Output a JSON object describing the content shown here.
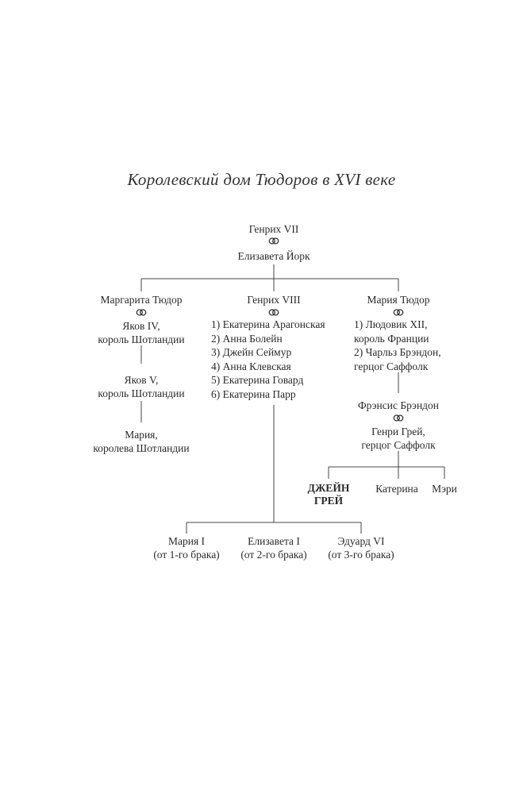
{
  "title": "Королевский дом Тюдоров в XVI веке",
  "root": {
    "name": "Генрих VII",
    "spouse": "Елизавета Йорк"
  },
  "branch_margaret": {
    "name": "Маргарита Тюдор",
    "spouse_line1": "Яков IV,",
    "spouse_line2": "король Шотландии",
    "child_line1": "Яков V,",
    "child_line2": "король Шотландии",
    "grandchild_line1": "Мария,",
    "grandchild_line2": "королева Шотландии"
  },
  "branch_henry": {
    "name": "Генрих VIII",
    "wives": [
      "1)  Екатерина Арагонская",
      "2)  Анна Болейн",
      "3)  Джейн Сеймур",
      "4)  Анна Клевская",
      "5)  Екатерина Говард",
      "6)  Екатерина Парр"
    ],
    "children": [
      {
        "line1": "Мария I",
        "line2": "(от 1-го брака)"
      },
      {
        "line1": "Елизавета I",
        "line2": "(от 2-го брака)"
      },
      {
        "line1": "Эдуард VI",
        "line2": "(от 3-го брака)"
      }
    ]
  },
  "branch_mary": {
    "name": "Мария Тюдор",
    "spouses": [
      "1) Людовик XII,",
      "король Франции",
      "2) Чарльз Брэндон,",
      "герцог Саффолк"
    ],
    "child": "Фрэнсис Брэндон",
    "child_spouse_line1": "Генри Грей,",
    "child_spouse_line2": "герцог Саффолк",
    "grandchildren": {
      "jane_line1": "ДЖЕЙН",
      "jane_line2": "ГРЕЙ",
      "katherine": "Катерина",
      "mary": "Мэри"
    }
  }
}
